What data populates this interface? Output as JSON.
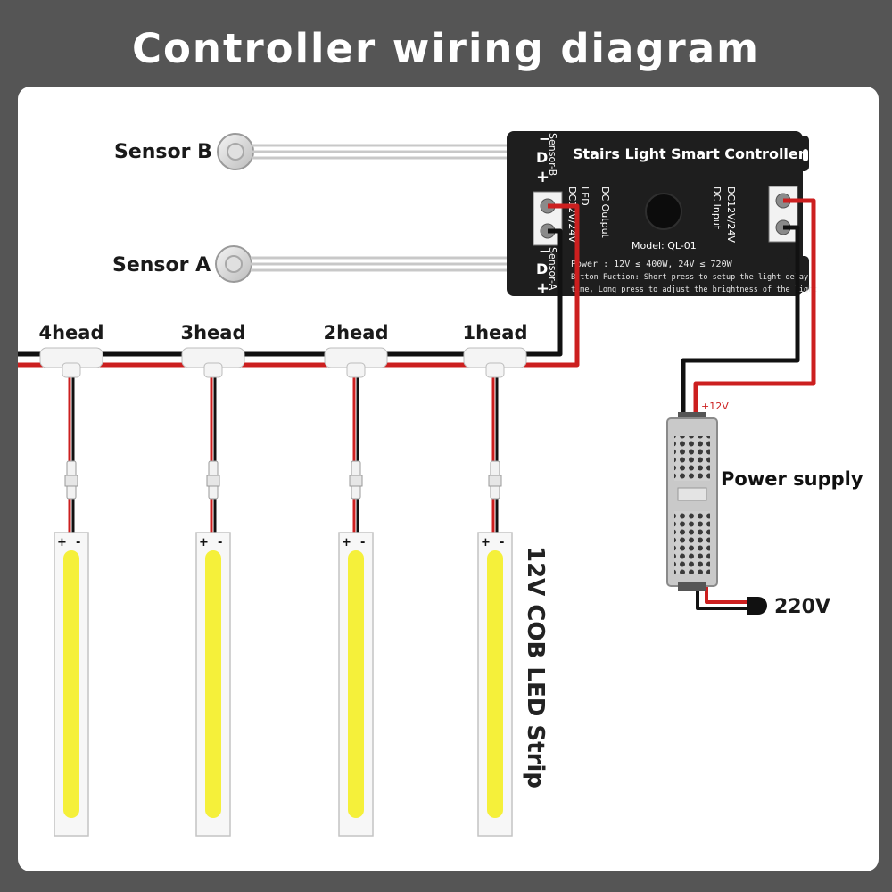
{
  "title": "Controller wiring diagram",
  "sensors": {
    "b": "Sensor B",
    "a": "Sensor A"
  },
  "controller": {
    "name": "Stairs Light Smart Controller",
    "model": "Model: QL-01",
    "power_line": "Power : 12V ≤ 400W, 24V ≤ 720W",
    "button_line1": "Button Fuction: Short press to setup the light delay",
    "button_line2": "time, Long press to adjust the brightness of the light",
    "sensor_b_label": "Sensor-B",
    "sensor_a_label": "Sensor-A",
    "dc_output_label": "DC Output",
    "dc_output_spec": "DC12V/24V",
    "led_label": "LED",
    "dc_input_label": "DC Input",
    "dc_input_spec": "DC12V/24V",
    "pin_minus": "−",
    "pin_d": "D",
    "pin_plus": "+"
  },
  "heads": [
    "4head",
    "3head",
    "2head",
    "1head"
  ],
  "strip_label": "12V COB LED Strip",
  "strip_plus": "+",
  "strip_minus": "-",
  "power_supply": {
    "label": "Power supply",
    "plus_label": "+12V",
    "mains": "220V"
  },
  "colors": {
    "wire_red": "#cc1f1f",
    "wire_black": "#111111",
    "cob_yellow": "#f5f03a",
    "controller_body": "#1e1e1e"
  }
}
